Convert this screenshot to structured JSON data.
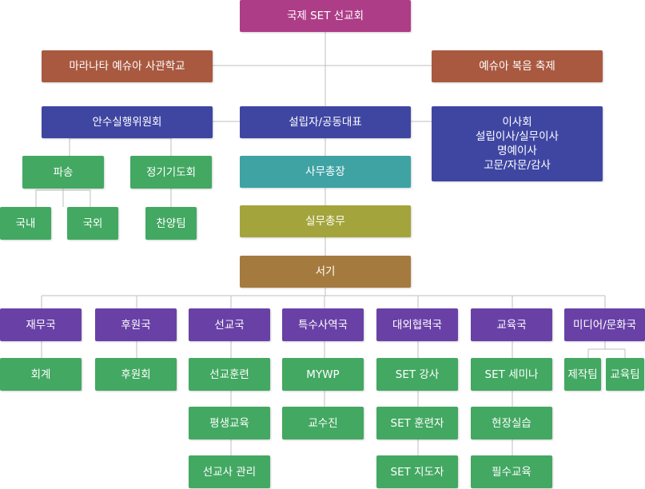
{
  "colors": {
    "magenta": "#ae3d87",
    "rust": "#a85940",
    "navy": "#3f46a2",
    "teal": "#3fa3a4",
    "olive": "#a4a43c",
    "brown": "#a57a3e",
    "purple": "#6941a6",
    "green": "#43a862",
    "connector": "#bfbfbf"
  },
  "top": {
    "title": "국제 SET 선교회"
  },
  "affiliates": {
    "school": "마라나타 예슈아 사관학교",
    "festival": "예슈아 복음 축제"
  },
  "leadership": {
    "committee": "안수실행위원회",
    "founder": "설립자/공동대표",
    "board": {
      "lines": [
        "이사회",
        "설립이사/실무이사",
        "명예이사",
        "고문/자문/감사"
      ]
    }
  },
  "committee_units": {
    "dispatch": "파송",
    "domestic": "국내",
    "overseas": "국외",
    "prayer": "정기기도회",
    "praise": "찬양팀"
  },
  "central": {
    "secretary_general": "사무총장",
    "executive": "실무총무",
    "clerk": "서기"
  },
  "departments": {
    "finance": {
      "name": "재무국",
      "subs": [
        "회계"
      ]
    },
    "support": {
      "name": "후원국",
      "subs": [
        "후원회"
      ]
    },
    "mission": {
      "name": "선교국",
      "subs": [
        "선교훈련",
        "평생교육",
        "선교사 관리"
      ]
    },
    "special": {
      "name": "특수사역국",
      "subs": [
        "MYWP",
        "교수진"
      ]
    },
    "external": {
      "name": "대외협력국",
      "subs": [
        "SET 강사",
        "SET 훈련자",
        "SET 지도자"
      ]
    },
    "education": {
      "name": "교육국",
      "subs": [
        "SET 세미나",
        "현장실습",
        "필수교육"
      ]
    },
    "media": {
      "name": "미디어/문화국",
      "subs": [
        "제작팀",
        "교육팀"
      ]
    }
  }
}
